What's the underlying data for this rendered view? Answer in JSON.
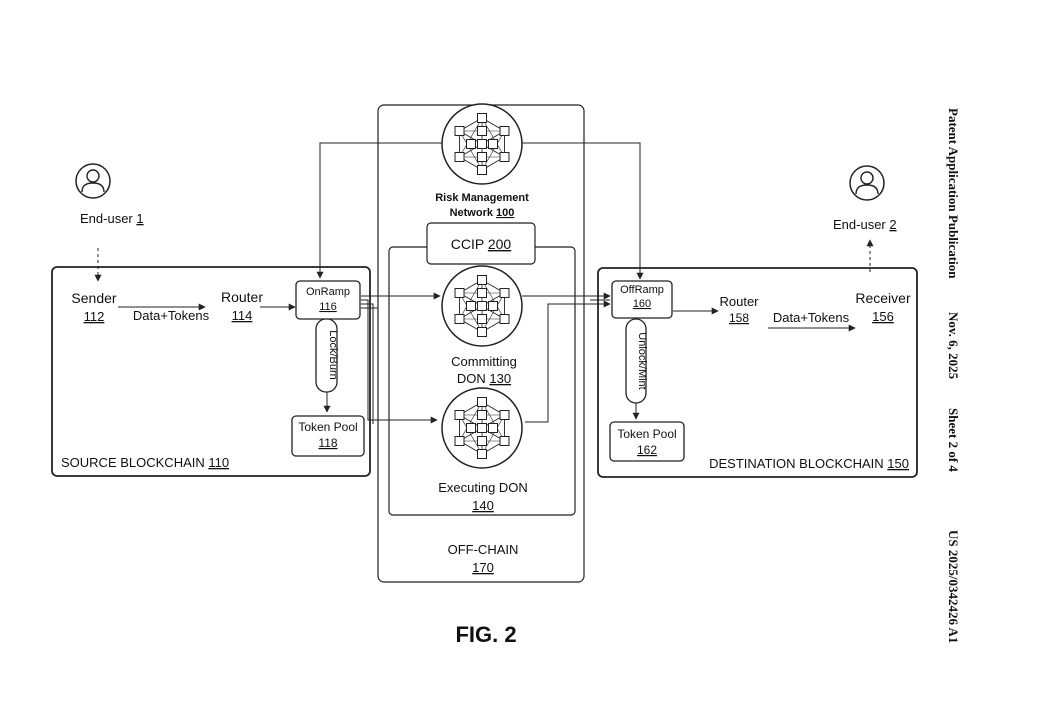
{
  "header": {
    "publication": "Patent Application Publication",
    "date": "Nov. 6, 2025",
    "sheet": "Sheet 2 of 4",
    "number": "US 2025/0342426 A1"
  },
  "figure_label": "FIG. 2",
  "end_user_1": {
    "label": "End-user ",
    "ref": "1"
  },
  "end_user_2": {
    "label": "End-user ",
    "ref": "2"
  },
  "source_chain": {
    "label": "SOURCE BLOCKCHAIN ",
    "ref": "110",
    "sender": {
      "label": "Sender",
      "ref": "112"
    },
    "flow_label": "Data+Tokens",
    "router": {
      "label": "Router",
      "ref": "114"
    },
    "onramp": {
      "label": "OnRamp",
      "ref": "116"
    },
    "action": "Lock/Burn",
    "token_pool": {
      "label": "Token Pool",
      "ref": "118"
    }
  },
  "destination_chain": {
    "label": "DESTINATION BLOCKCHAIN ",
    "ref": "150",
    "offramp": {
      "label": "OffRamp",
      "ref": "160"
    },
    "router": {
      "label": "Router",
      "ref": "158"
    },
    "flow_label": "Data+Tokens",
    "receiver": {
      "label": "Receiver",
      "ref": "156"
    },
    "action": "Unlock/Mint",
    "token_pool": {
      "label": "Token Pool",
      "ref": "162"
    }
  },
  "off_chain": {
    "label": "OFF-CHAIN",
    "ref": "170",
    "risk_network": {
      "line1": "Risk Management",
      "line2": "Network ",
      "ref": "100"
    },
    "ccip": {
      "label": "CCIP ",
      "ref": "200"
    },
    "committing": {
      "line1": "Committing",
      "line2": "DON ",
      "ref": "130"
    },
    "executing": {
      "label": "Executing DON",
      "ref": "140"
    }
  }
}
